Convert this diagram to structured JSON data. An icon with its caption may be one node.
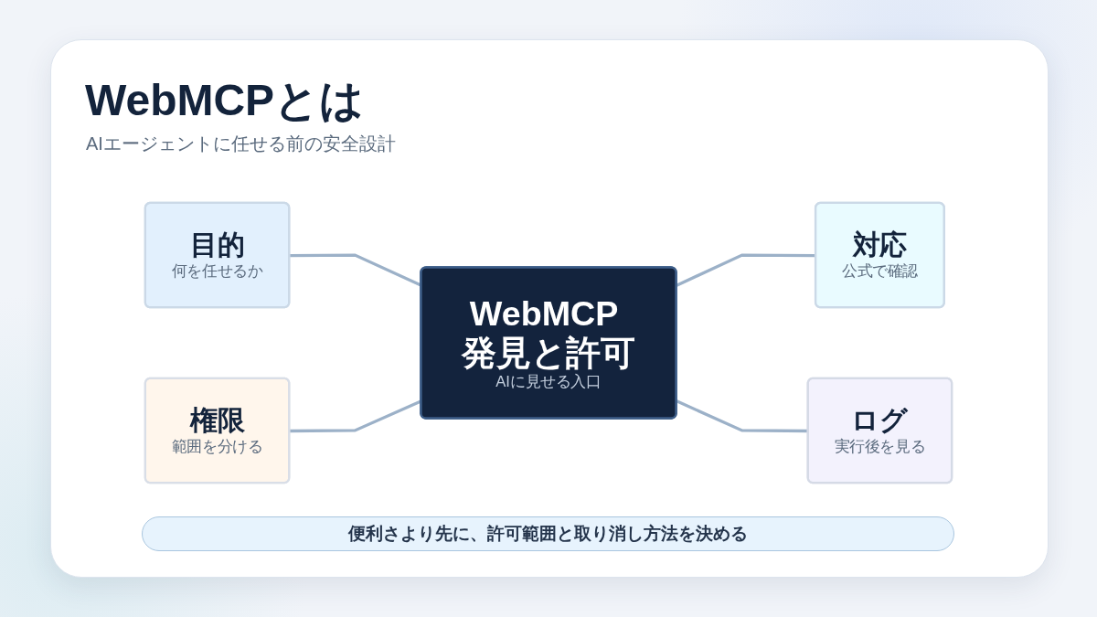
{
  "diagram": {
    "title": "WebMCPとは",
    "caption": "便利さより先に、許可範囲と取り消し方法を決める",
    "labels": [
      "AIエージェントに任せる前の安全設計"
    ],
    "nodes": [
      {
        "text": [
          "目的",
          "何を任せるか"
        ]
      },
      {
        "text": [
          "WebMCP 発見と許可",
          "AIに見せる入口"
        ]
      },
      {
        "text": [
          "対応",
          "公式で確認"
        ]
      },
      {
        "text": [
          "権限",
          "範囲を分ける"
        ]
      },
      {
        "text": [
          "ログ",
          "実行後を見る"
        ]
      }
    ],
    "edges": [
      {
        "from": 0,
        "to": 1,
        "arrow": "none"
      },
      {
        "from": 1,
        "to": 2,
        "arrow": "none"
      },
      {
        "from": 3,
        "to": 1,
        "arrow": "none"
      },
      {
        "from": 1,
        "to": 4,
        "arrow": "none"
      }
    ]
  }
}
